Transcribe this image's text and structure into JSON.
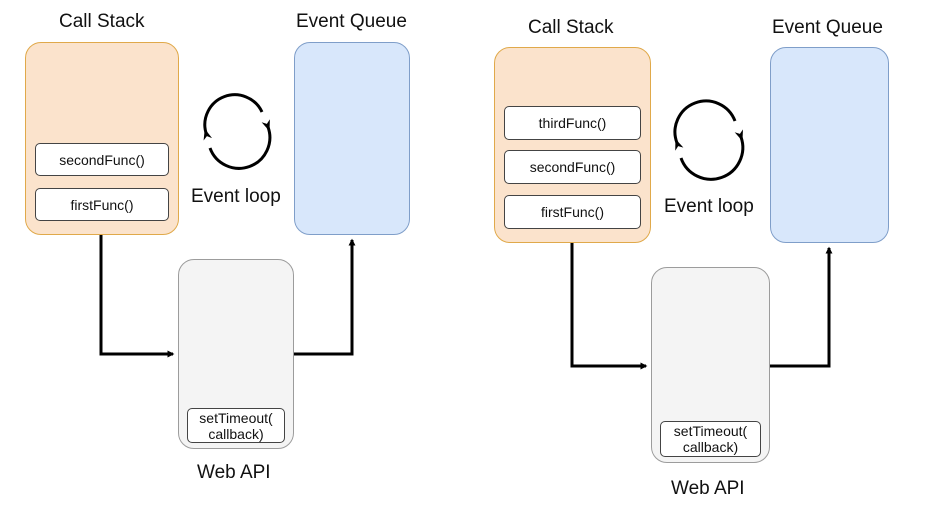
{
  "diagrams": [
    {
      "call_stack_title": "Call Stack",
      "event_queue_title": "Event Queue",
      "event_loop_label": "Event loop",
      "web_api_label": "Web API",
      "stack_frames": [
        "secondFunc()",
        "firstFunc()"
      ],
      "timer_line1": "setTimeout(",
      "timer_line2": "callback)"
    },
    {
      "call_stack_title": "Call Stack",
      "event_queue_title": "Event Queue",
      "event_loop_label": "Event loop",
      "web_api_label": "Web API",
      "stack_frames": [
        "thirdFunc()",
        "secondFunc()",
        "firstFunc()"
      ],
      "timer_line1": "setTimeout(",
      "timer_line2": "callback)"
    }
  ],
  "colors": {
    "call_stack_fill": "#fbe3cc",
    "call_stack_border": "#e0a94a",
    "event_queue_fill": "#d8e7fb",
    "event_queue_border": "#7f9ec9",
    "web_api_fill": "#f4f4f4",
    "arrow": "#000000"
  },
  "icons": [
    "refresh-cycle-icon"
  ]
}
